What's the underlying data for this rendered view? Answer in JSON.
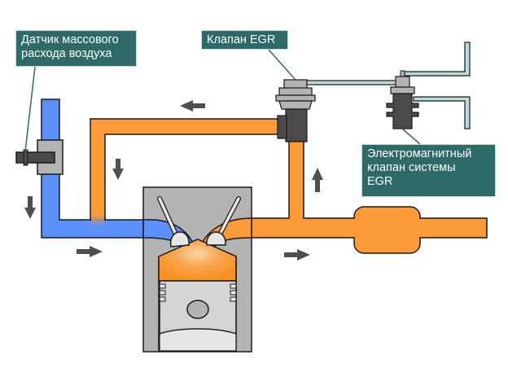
{
  "labels": {
    "maf_sensor": "Датчик массового\nрасхода воздуха",
    "egr_valve": "Клапан EGR",
    "solenoid_valve": "Электромагнитный\nклапан системы\nEGR"
  },
  "colors": {
    "intake_air": "#5b8ff9",
    "exhaust_gas": "#fb9a36",
    "callout_bg": "#2e6b68",
    "component_dark": "#4a4a4a",
    "component_light": "#b3b3b3",
    "vacuum_line": "#b8dcdc",
    "arrow": "#4f4f4f"
  },
  "flow_arrows": [
    {
      "id": "intake-down",
      "direction": "down"
    },
    {
      "id": "intake-right",
      "direction": "right"
    },
    {
      "id": "egr-return-left",
      "direction": "left"
    },
    {
      "id": "egr-return-down",
      "direction": "down"
    },
    {
      "id": "exhaust-up",
      "direction": "up"
    },
    {
      "id": "exhaust-right",
      "direction": "right"
    }
  ]
}
